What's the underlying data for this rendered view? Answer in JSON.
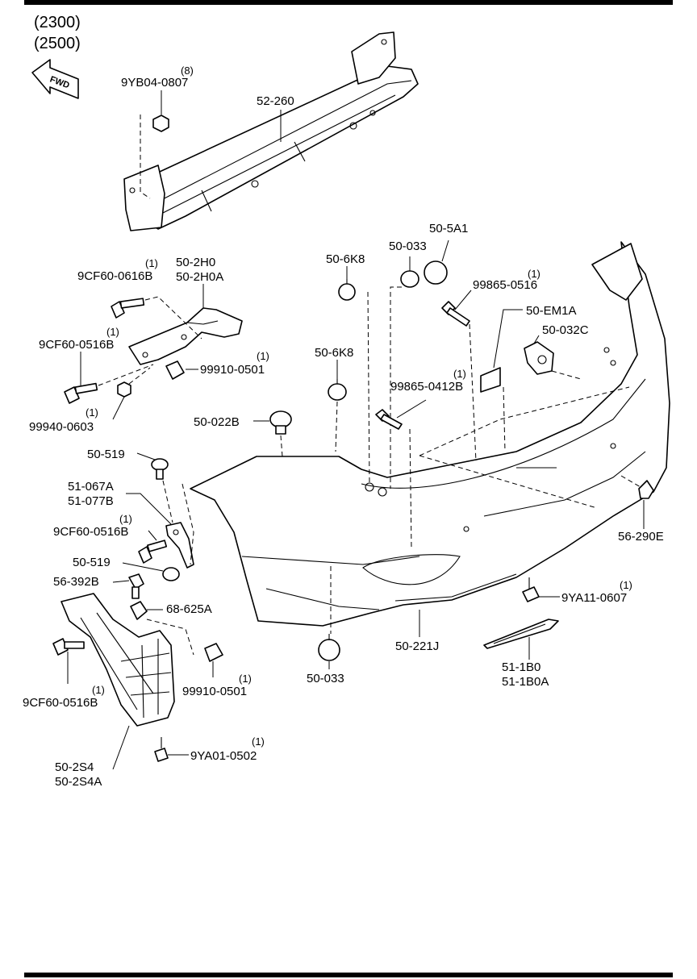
{
  "engine_codes": [
    "(2300)",
    "(2500)"
  ],
  "fwd_label": "FWD",
  "parts": {
    "p_52_260": {
      "number": "52-260"
    },
    "p_9yb04": {
      "number": "9YB04-0807",
      "qty": "(8)"
    },
    "p_50_2h0": {
      "number": "50-2H0",
      "number_alt": "50-2H0A"
    },
    "p_9cf60_0616b": {
      "number": "9CF60-0616B",
      "qty": "(1)"
    },
    "p_9cf60_0516b_a": {
      "number": "9CF60-0516B",
      "qty": "(1)"
    },
    "p_99910_0501_a": {
      "number": "99910-0501",
      "qty": "(1)"
    },
    "p_99940_0603": {
      "number": "99940-0603",
      "qty": "(1)"
    },
    "p_50_6k8_a": {
      "number": "50-6K8"
    },
    "p_50_033_a": {
      "number": "50-033"
    },
    "p_50_5a1": {
      "number": "50-5A1"
    },
    "p_99865_0516": {
      "number": "99865-0516",
      "qty": "(1)"
    },
    "p_50_em1a": {
      "number": "50-EM1A"
    },
    "p_50_032c": {
      "number": "50-032C"
    },
    "p_50_6k8_b": {
      "number": "50-6K8"
    },
    "p_99865_0412b": {
      "number": "99865-0412B",
      "qty": "(1)"
    },
    "p_50_022b": {
      "number": "50-022B"
    },
    "p_50_519_a": {
      "number": "50-519"
    },
    "p_51_067a": {
      "number": "51-067A",
      "number_alt": "51-077B"
    },
    "p_9cf60_0516b_b": {
      "number": "9CF60-0516B",
      "qty": "(1)"
    },
    "p_50_519_b": {
      "number": "50-519"
    },
    "p_56_392b": {
      "number": "56-392B"
    },
    "p_68_625a": {
      "number": "68-625A"
    },
    "p_9cf60_0516b_c": {
      "number": "9CF60-0516B",
      "qty": "(1)"
    },
    "p_99910_0501_b": {
      "number": "99910-0501",
      "qty": "(1)"
    },
    "p_50_033_b": {
      "number": "50-033"
    },
    "p_50_221j": {
      "number": "50-221J"
    },
    "p_51_1b0": {
      "number": "51-1B0",
      "number_alt": "51-1B0A"
    },
    "p_9ya11": {
      "number": "9YA11-0607",
      "qty": "(1)"
    },
    "p_56_290e": {
      "number": "56-290E"
    },
    "p_9ya01": {
      "number": "9YA01-0502",
      "qty": "(1)"
    },
    "p_50_2s4": {
      "number": "50-2S4",
      "number_alt": "50-2S4A"
    }
  }
}
